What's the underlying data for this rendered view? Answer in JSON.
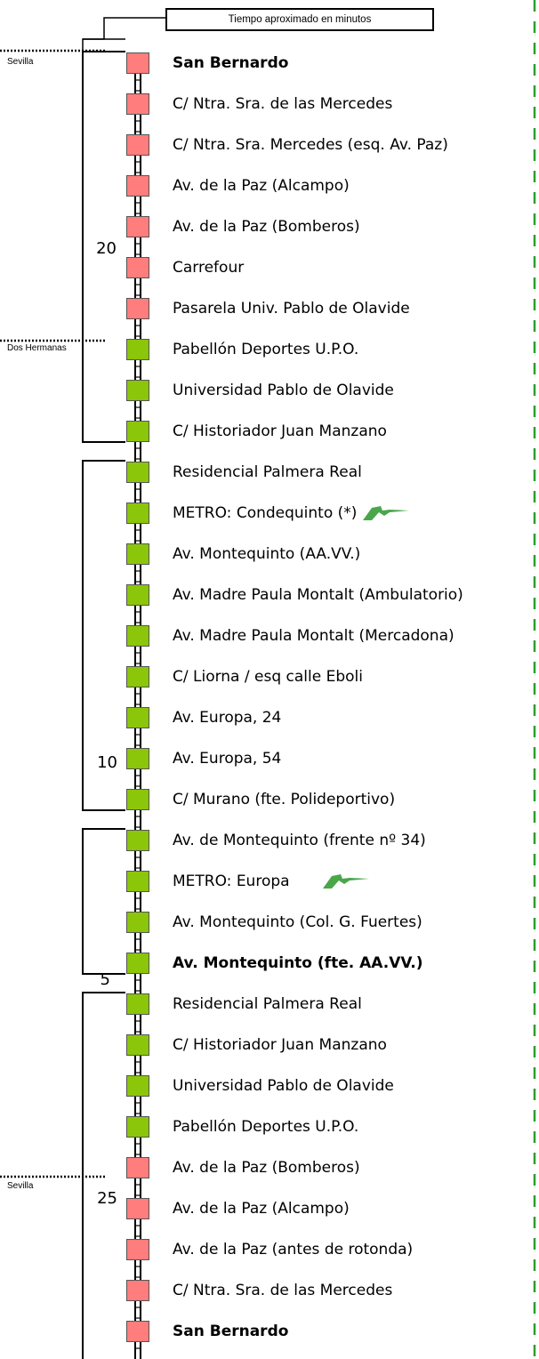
{
  "title_box": "Tiempo aproximado en minutos",
  "zones": {
    "sevilla_top": "Sevilla",
    "dos_hermanas": "Dos Hermanas",
    "sevilla_bottom": "Sevilla"
  },
  "groups": [
    {
      "minutes": "20"
    },
    {
      "minutes": "10"
    },
    {
      "minutes": "5"
    },
    {
      "minutes": "25"
    }
  ],
  "stops": [
    {
      "name": "San Bernardo",
      "bold": true,
      "color": "pink"
    },
    {
      "name": "C/ Ntra. Sra. de las Mercedes",
      "bold": false,
      "color": "pink"
    },
    {
      "name": "C/ Ntra. Sra. Mercedes (esq. Av. Paz)",
      "bold": false,
      "color": "pink"
    },
    {
      "name": "Av. de la Paz (Alcampo)",
      "bold": false,
      "color": "pink"
    },
    {
      "name": "Av. de la Paz (Bomberos)",
      "bold": false,
      "color": "pink"
    },
    {
      "name": "Carrefour",
      "bold": false,
      "color": "pink"
    },
    {
      "name": "Pasarela Univ. Pablo de Olavide",
      "bold": false,
      "color": "pink"
    },
    {
      "name": "Pabellón Deportes U.P.O.",
      "bold": false,
      "color": "green"
    },
    {
      "name": "Universidad Pablo de Olavide",
      "bold": false,
      "color": "green"
    },
    {
      "name": "C/ Historiador Juan Manzano",
      "bold": false,
      "color": "green"
    },
    {
      "name": "Residencial Palmera Real",
      "bold": false,
      "color": "green"
    },
    {
      "name": "METRO: Condequinto (*)",
      "bold": false,
      "color": "green",
      "metro": true
    },
    {
      "name": "Av. Montequinto (AA.VV.)",
      "bold": false,
      "color": "green"
    },
    {
      "name": "Av. Madre Paula Montalt (Ambulatorio)",
      "bold": false,
      "color": "green"
    },
    {
      "name": "Av. Madre Paula Montalt (Mercadona)",
      "bold": false,
      "color": "green"
    },
    {
      "name": "C/ Liorna / esq calle Eboli",
      "bold": false,
      "color": "green"
    },
    {
      "name": "Av. Europa, 24",
      "bold": false,
      "color": "green"
    },
    {
      "name": "Av. Europa, 54",
      "bold": false,
      "color": "green"
    },
    {
      "name": "C/ Murano (fte. Polideportivo)",
      "bold": false,
      "color": "green"
    },
    {
      "name": "Av. de Montequinto (frente nº 34)",
      "bold": false,
      "color": "green"
    },
    {
      "name": "METRO: Europa",
      "bold": false,
      "color": "green",
      "metro": true
    },
    {
      "name": "Av. Montequinto (Col. G. Fuertes)",
      "bold": false,
      "color": "green"
    },
    {
      "name": "Av. Montequinto (fte. AA.VV.)",
      "bold": true,
      "color": "green"
    },
    {
      "name": "Residencial Palmera Real",
      "bold": false,
      "color": "green"
    },
    {
      "name": "C/ Historiador Juan Manzano",
      "bold": false,
      "color": "green"
    },
    {
      "name": "Universidad Pablo de Olavide",
      "bold": false,
      "color": "green"
    },
    {
      "name": "Pabellón Deportes U.P.O.",
      "bold": false,
      "color": "green"
    },
    {
      "name": "Av. de la Paz (Bomberos)",
      "bold": false,
      "color": "pink"
    },
    {
      "name": "Av. de la Paz (Alcampo)",
      "bold": false,
      "color": "pink"
    },
    {
      "name": "Av. de la Paz (antes de rotonda)",
      "bold": false,
      "color": "pink"
    },
    {
      "name": "C/ Ntra. Sra. de las Mercedes",
      "bold": false,
      "color": "pink"
    },
    {
      "name": "San Bernardo",
      "bold": true,
      "color": "pink"
    }
  ],
  "colors": {
    "sevilla_stop": "#ff7d7d",
    "dos_hermanas_stop": "#8bc60a",
    "metro_logo": "#4aa64a",
    "dashed_line": "#2e9e2e"
  },
  "icons": {
    "metro": "metro-logo-icon"
  }
}
